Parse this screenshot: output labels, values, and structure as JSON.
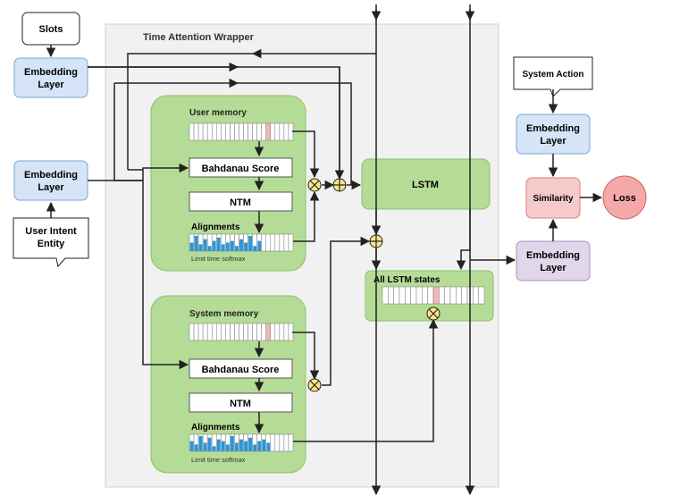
{
  "wrapper": {
    "title": "Time Attention Wrapper"
  },
  "inputs": {
    "slots": "Slots",
    "user_intent_entity": [
      "User Intent",
      "Entity"
    ],
    "system_action": "System Action"
  },
  "embedding_label": [
    "Embedding",
    "Layer"
  ],
  "user_memory": {
    "title": "User memory",
    "score": "Bahdanau Score",
    "ntm": "NTM",
    "alignments": "Alignments",
    "softmax_note": "Limit time softmax"
  },
  "system_memory": {
    "title": "System memory",
    "score": "Bahdanau Score",
    "ntm": "NTM",
    "alignments": "Alignments",
    "softmax_note": "Limit time softmax"
  },
  "lstm": {
    "label": "LSTM",
    "states_title": "All LSTM states"
  },
  "similarity": "Similarity",
  "loss": "Loss",
  "colors": {
    "wrapper_bg": "#f1f1f1",
    "embedding_blue": "#d5e4f6",
    "embedding_purple": "#e2d6ea",
    "green_panel": "#b5dc97",
    "similarity_red": "#f6caca",
    "loss_red": "#f5a8a8",
    "operator_yellow": "#fde58a",
    "bar_blue": "#2b96d6",
    "highlight_cell": "#f3b7b3"
  }
}
